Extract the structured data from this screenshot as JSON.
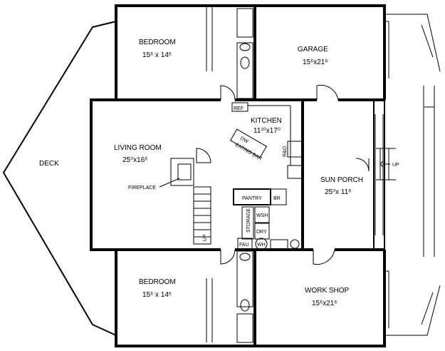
{
  "rooms": {
    "bedroom_top": {
      "name": "BEDROOM",
      "dim": "15⁶ x 14⁶"
    },
    "garage": {
      "name": "GARAGE",
      "dim": "15⁶x21⁶"
    },
    "kitchen": {
      "name": "KITCHEN",
      "dim": "11¹⁰x17⁰"
    },
    "living": {
      "name": "LIVING ROOM",
      "dim": "25⁰x16⁶"
    },
    "sun_porch": {
      "name": "SUN PORCH",
      "dim": "25⁰x 11⁶"
    },
    "bedroom_bottom": {
      "name": "BEDROOM",
      "dim": "15⁶ x 14⁶"
    },
    "work_shop": {
      "name": "WORK SHOP",
      "dim": "15⁶x21⁶"
    },
    "deck": {
      "name": "DECK"
    }
  },
  "fixtures": {
    "fireplace": "FIREPLACE",
    "ref": "REF",
    "dw": "DW",
    "eating_bar": "EATING BAR",
    "r_o": "R&O",
    "pantry": "PANTRY",
    "br": "BR",
    "wsh": "WSH",
    "dry": "DRY",
    "storage": "STORAGE",
    "fau": "FAU",
    "wh": "WH",
    "up_stair": "UP",
    "up_porch": "UP"
  }
}
